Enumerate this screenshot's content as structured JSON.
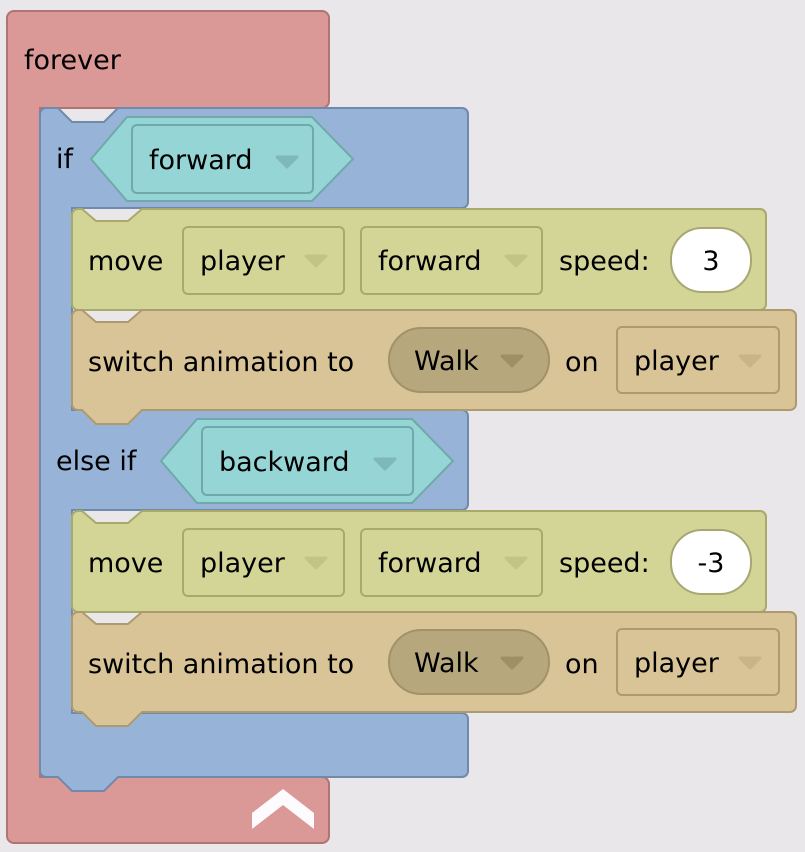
{
  "colors": {
    "background": "#e9e7ea",
    "forever_block": "#da9896",
    "forever_border": "#b07472",
    "if_block": "#97b4d8",
    "if_border": "#6f8aab",
    "condition_block": "#95d5d6",
    "condition_border": "#6fa9a9",
    "move_block": "#d3d597",
    "move_border": "#a9a96c",
    "animation_block": "#d9c497",
    "animation_border": "#ad9b6f",
    "anim_name_pill": "#b6a77d"
  },
  "forever": {
    "label": "forever",
    "collapse_icon": "chevron-up-icon"
  },
  "if_block": {
    "if_label": "if",
    "if_condition": "forward",
    "else_if_label": "else if",
    "else_if_condition": "backward"
  },
  "if_branch": {
    "move": {
      "label": "move",
      "target": "player",
      "direction": "forward",
      "speed_label": "speed:",
      "speed": "3"
    },
    "animation": {
      "label": "switch animation to",
      "animation": "Walk",
      "on_label": "on",
      "target": "player"
    }
  },
  "else_if_branch": {
    "move": {
      "label": "move",
      "target": "player",
      "direction": "forward",
      "speed_label": "speed:",
      "speed": "-3"
    },
    "animation": {
      "label": "switch animation to",
      "animation": "Walk",
      "on_label": "on",
      "target": "player"
    }
  }
}
